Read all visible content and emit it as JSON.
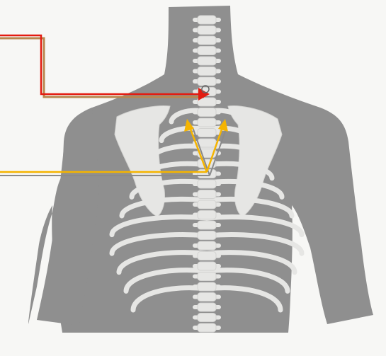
{
  "figure": {
    "subject": "back-skeleton",
    "colors": {
      "background": "#f7f7f5",
      "silhouette": "#8f8f8f",
      "bone": "#e6e6e4",
      "bone_edge": "#d2d2d0",
      "marker_red": "#e31b10",
      "marker_red_shadow": "#b8874f",
      "marker_yellow": "#f5b400",
      "marker_gray": "#8a8a8a"
    },
    "callouts": [
      {
        "name": "red-callout",
        "color_key": "marker_red",
        "shadow_key": "marker_red_shadow"
      },
      {
        "name": "yellow-callout",
        "color_key": "marker_yellow",
        "shadow_key": "marker_gray"
      }
    ]
  }
}
